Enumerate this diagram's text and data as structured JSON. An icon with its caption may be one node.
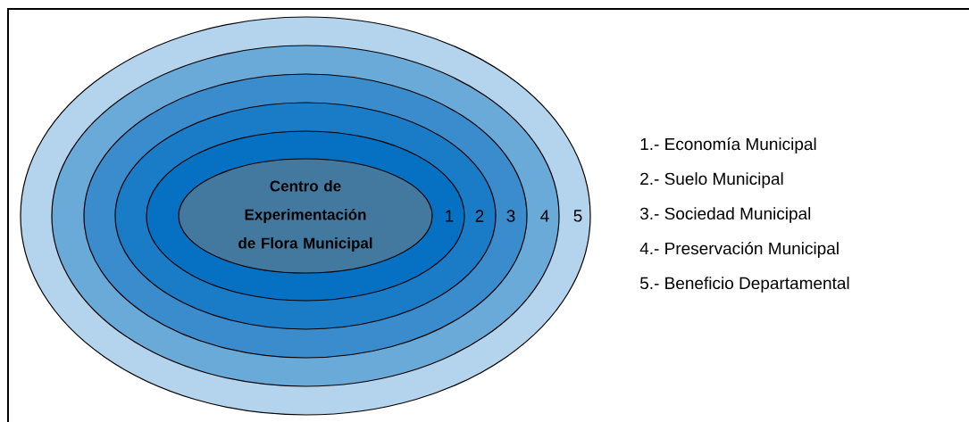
{
  "diagram": {
    "nodes": [
      {
        "text": [
          "5"
        ]
      },
      {
        "text": [
          "4"
        ],
        "in": 0
      },
      {
        "text": [
          "3"
        ],
        "in": 1
      },
      {
        "text": [
          "2"
        ],
        "in": 2
      },
      {
        "text": [
          "1"
        ],
        "in": 3
      },
      {
        "text": [
          "Centro de Experimentación de Flora Municipal"
        ],
        "in": 4
      }
    ],
    "labels": [
      "1.- Economía Municipal",
      "2.- Suelo Municipal",
      "3.- Sociedad Municipal",
      "4.- Preservación Municipal",
      "5.- Beneficio Departamental"
    ]
  }
}
